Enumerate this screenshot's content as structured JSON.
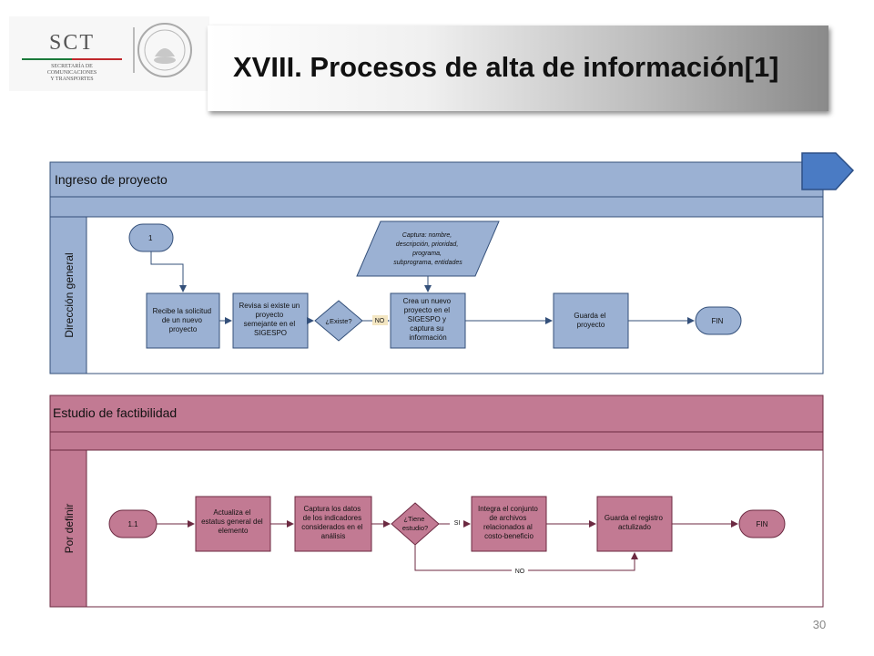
{
  "logo": {
    "acronym": "SCT",
    "subtitle_lines": [
      "SECRETARÍA DE",
      "COMUNICACIONES",
      "Y TRANSPORTES"
    ]
  },
  "title": "XVIII. Procesos de alta de información[1]",
  "page_number": "30",
  "colors": {
    "blue_fill": "#9bb1d3",
    "blue_stroke": "#34507a",
    "pink_fill": "#c27a93",
    "pink_stroke": "#6c2a42",
    "nav_arrow": "#4a7bc4"
  },
  "diagram_1": {
    "pool_title": "Ingreso de proyecto",
    "lane_label": "Dirección general",
    "start_connector": "1",
    "data_input": [
      "Captura: nombre,",
      "descripción, prioridad,",
      "programa,",
      "subprograma, entidades"
    ],
    "step_1": [
      "Recibe la solicitud",
      "de un nuevo",
      "proyecto"
    ],
    "step_2": [
      "Revisa si existe un",
      "proyecto",
      "semejante en el",
      "SIGESPO"
    ],
    "decision": "¿Existe?",
    "decision_no": "NO",
    "step_3": [
      "Crea un nuevo",
      "proyecto en el",
      "SIGESPO y",
      "captura su",
      "información"
    ],
    "step_4": [
      "Guarda el",
      "proyecto"
    ],
    "end": "FIN"
  },
  "diagram_2": {
    "pool_title": "Estudio de factibilidad",
    "lane_label": "Por definir",
    "start_connector": "1.1",
    "step_1": [
      "Actualiza el",
      "estatus general del",
      "elemento"
    ],
    "step_2": [
      "Captura los datos",
      "de los indicadores",
      "considerados en el",
      "análisis"
    ],
    "decision": [
      "¿Tiene",
      "estudio?"
    ],
    "decision_yes": "SI",
    "decision_no": "NO",
    "step_3": [
      "Integra el conjunto",
      "de archivos",
      "relacionados al",
      "costo-beneficio"
    ],
    "step_4": [
      "Guarda el registro",
      "actulizado"
    ],
    "end": "FIN"
  }
}
